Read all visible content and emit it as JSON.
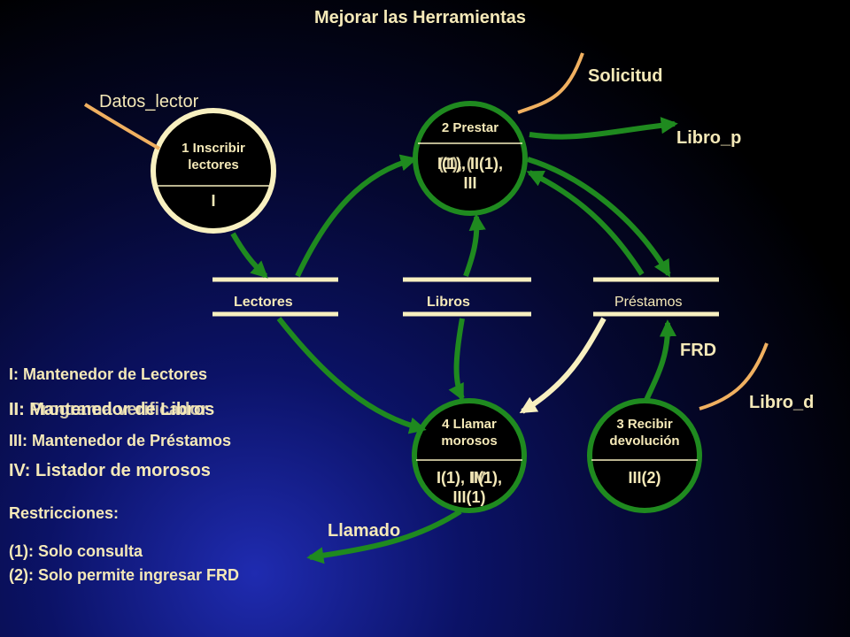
{
  "title": "Mejorar  las Herramientas",
  "processes": [
    {
      "id": "p1",
      "number_name_l1": "1 Inscribir",
      "number_name_l2": "lectores",
      "code": "I"
    },
    {
      "id": "p2",
      "number_name_l1": "2 Prestar",
      "code_l1": "I(1), II(1),",
      "code_l1_overlay": "(1), (",
      "code_l2": "III"
    },
    {
      "id": "p3",
      "number_name_l1": "3 Recibir",
      "number_name_l2": "devolución",
      "code": "III(2)"
    },
    {
      "id": "p4",
      "number_name_l1": "4 Llamar",
      "number_name_l2": "morosos",
      "code_l1": "I(1), II(1),",
      "code_l1_overlay": "IV",
      "code_l2": "III(1)"
    }
  ],
  "stores": {
    "lectores": "Lectores",
    "libros": "Libros",
    "prestamos": "Préstamos"
  },
  "flows": {
    "datos_lector": "Datos_lector",
    "solicitud": "Solicitud",
    "libro_p": "Libro_p",
    "frd": "FRD",
    "libro_d": "Libro_d",
    "llamado": "Llamado"
  },
  "legend": {
    "l1": "I: Mantenedor de Lectores",
    "l2a": "II: Mantenedor de Libros",
    "l2b": "II: Programa verificador",
    "l3": "III: Mantenedor de Préstamos",
    "l4": "IV: Listador de morosos"
  },
  "restrictions": {
    "header": "Restricciones:",
    "r1": "(1): Solo consulta",
    "r2": "(2): Solo permite ingresar FRD"
  },
  "colors": {
    "process_border_1": "#f8f0c0",
    "process_border": "#1f8a1f",
    "process_fill": "#000000",
    "flow_green": "#1f8a1f",
    "flow_cream": "#f8f0c0",
    "flow_orange": "#f0b060",
    "text": "#f5e9b8"
  }
}
